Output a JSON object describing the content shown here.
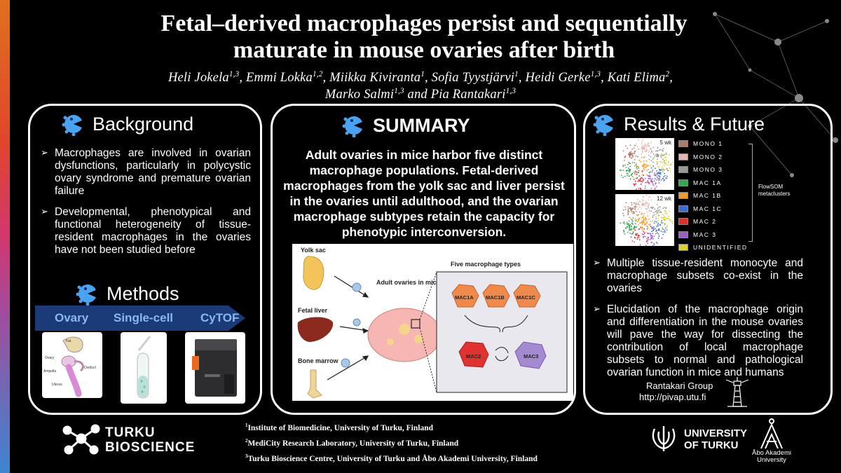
{
  "title": {
    "line1": "Fetal–derived macrophages persist and sequentially",
    "line2": "maturate in mouse ovaries after birth"
  },
  "authors": {
    "line1": [
      {
        "name": "Heli Jokela",
        "sup": "1,3"
      },
      {
        "name": "Emmi Lokka",
        "sup": "1,2"
      },
      {
        "name": "Miikka Kiviranta",
        "sup": "1"
      },
      {
        "name": "Sofia Tyystjärvi",
        "sup": "1"
      },
      {
        "name": "Heidi Gerke",
        "sup": "1,3"
      },
      {
        "name": "Kati Elima",
        "sup": "2"
      }
    ],
    "line2": [
      {
        "name": "Marko Salmi",
        "sup": "1,3"
      },
      {
        "name": "Pia Rantakari",
        "sup": "1,3"
      }
    ],
    "joiner": "and"
  },
  "background": {
    "heading": "Background",
    "bullets": [
      "Macrophages are involved in ovarian dysfunctions, particularly in polycystic ovary syndrome and premature ovarian failure",
      "Developmental, phenotypical and functional heterogeneity of tissue-resident macrophages in the ovaries have not been studied before"
    ]
  },
  "methods": {
    "heading": "Methods",
    "steps": [
      "Ovary",
      "Single-cell",
      "CyTOF"
    ],
    "ovary_labels": [
      "Fat",
      "Ovary",
      "Ampulla",
      "Oviduct",
      "Uterus"
    ]
  },
  "summary": {
    "heading": "SUMMARY",
    "text": "Adult ovaries in mice harbor five distinct macrophage populations. Fetal-derived macrophages from the yolk sac and liver persist in the ovaries until adulthood, and the ovarian macrophage subtypes retain the capacity for phenotypic interconversion.",
    "figure": {
      "sources": [
        "Yolk sac",
        "Fetal liver",
        "Bone marrow"
      ],
      "target": "Adult ovaries in mice",
      "types_title": "Five macrophage types",
      "types": [
        "MAC1A",
        "MAC1B",
        "MAC1C",
        "MAC2",
        "MAC3"
      ]
    }
  },
  "results": {
    "heading": "Results & Future",
    "tsne_labels": [
      "5 wk",
      "12 wk"
    ],
    "legend": [
      {
        "label": "MONO 1",
        "color": "#b07a6a"
      },
      {
        "label": "MONO 2",
        "color": "#e8b4b0"
      },
      {
        "label": "MONO 3",
        "color": "#9a9a9a"
      },
      {
        "label": "MAC 1A",
        "color": "#2fa84f"
      },
      {
        "label": "MAC 1B",
        "color": "#f39a2c"
      },
      {
        "label": "MAC 1C",
        "color": "#3a6fd0"
      },
      {
        "label": "MAC 2",
        "color": "#e0302a"
      },
      {
        "label": "MAC 3",
        "color": "#9a5fc8"
      },
      {
        "label": "UNIDENTIFIED",
        "color": "#d8d23a"
      }
    ],
    "metacluster_label": "FlowSOM metaclusters",
    "bullets": [
      "Multiple tissue-resident monocyte and macrophage subsets co-exist in the ovaries",
      "Elucidation of the macrophage origin and differentiation in the mouse ovaries will pave the way for dissecting the contribution of local macrophage subsets to normal and pathological ovarian function in mice and humans"
    ],
    "group_name": "Rantakari Group",
    "group_url": "http://pivap.utu.fi"
  },
  "footer": {
    "turku_line1": "TURKU",
    "turku_line2": "BIOSCIENCE",
    "affiliations": [
      {
        "sup": "1",
        "text": "Institute of Biomedicine, University of Turku, Finland"
      },
      {
        "sup": "2",
        "text": "MediCity Research Laboratory, University of Turku, Finland"
      },
      {
        "sup": "3",
        "text": "Turku Bioscience Centre, University of Turku and Åbo Akademi University, Finland"
      }
    ],
    "uni_line1": "UNIVERSITY",
    "uni_line2": "OF TURKU",
    "abo_line1": "Åbo Akademi",
    "abo_line2": "University"
  }
}
